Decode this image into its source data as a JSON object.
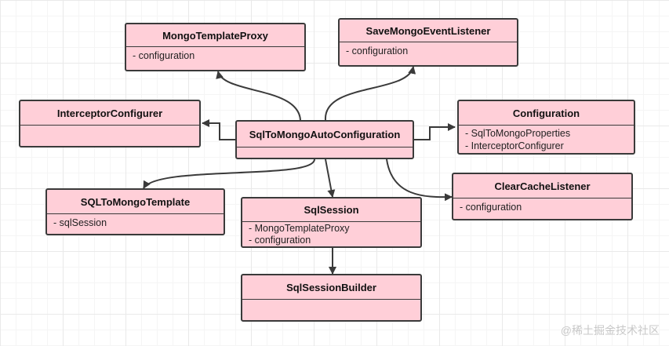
{
  "diagram": {
    "classes": [
      {
        "id": "mongo-template-proxy",
        "name": "MongoTemplateProxy",
        "fields": [
          "- configuration"
        ]
      },
      {
        "id": "save-mongo-event-listener",
        "name": "SaveMongoEventListener",
        "fields": [
          "- configuration"
        ]
      },
      {
        "id": "interceptor-configurer",
        "name": "InterceptorConfigurer",
        "fields": []
      },
      {
        "id": "sql-to-mongo-auto-configuration",
        "name": "SqlToMongoAutoConfiguration",
        "fields": []
      },
      {
        "id": "configuration",
        "name": "Configuration",
        "fields": [
          "- SqlToMongoProperties",
          "- InterceptorConfigurer"
        ]
      },
      {
        "id": "sql-to-mongo-template",
        "name": "SQLToMongoTemplate",
        "fields": [
          "- sqlSession"
        ]
      },
      {
        "id": "sql-session",
        "name": "SqlSession",
        "fields": [
          "- MongoTemplateProxy",
          "- configuration"
        ]
      },
      {
        "id": "clear-cache-listener",
        "name": "ClearCacheListener",
        "fields": [
          "- configuration"
        ]
      },
      {
        "id": "sql-session-builder",
        "name": "SqlSessionBuilder",
        "fields": []
      }
    ],
    "relations": [
      {
        "from": "sql-to-mongo-auto-configuration",
        "to": "mongo-template-proxy"
      },
      {
        "from": "sql-to-mongo-auto-configuration",
        "to": "save-mongo-event-listener"
      },
      {
        "from": "sql-to-mongo-auto-configuration",
        "to": "interceptor-configurer"
      },
      {
        "from": "sql-to-mongo-auto-configuration",
        "to": "configuration"
      },
      {
        "from": "sql-to-mongo-auto-configuration",
        "to": "sql-to-mongo-template"
      },
      {
        "from": "sql-to-mongo-auto-configuration",
        "to": "sql-session"
      },
      {
        "from": "sql-to-mongo-auto-configuration",
        "to": "clear-cache-listener"
      },
      {
        "from": "sql-session",
        "to": "sql-session-builder"
      }
    ],
    "colors": {
      "box_fill": "#ffcfd8",
      "stroke": "#3a3a3a"
    }
  },
  "watermark": "@稀土掘金技术社区"
}
